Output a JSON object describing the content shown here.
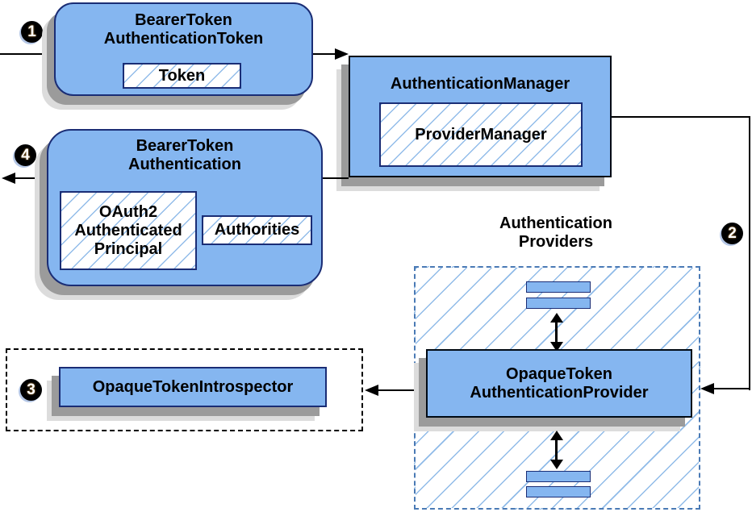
{
  "colors": {
    "node_fill": "#85b6f0",
    "node_border_navy": "#1a2d75",
    "node_border_dark": "#000a14",
    "hatch_line": "#8cb9e8",
    "dashed_container_border": "#4a7ab5",
    "arrow": "#000000",
    "shadow": "#9b9b9b"
  },
  "badges": {
    "one": "1",
    "two": "2",
    "three": "3",
    "four": "4"
  },
  "nodes": {
    "bearer_token_authentication_token": {
      "line1": "BearerToken",
      "line2": "AuthenticationToken"
    },
    "token": {
      "label": "Token"
    },
    "authentication_manager": {
      "title": "AuthenticationManager"
    },
    "provider_manager": {
      "label": "ProviderManager"
    },
    "authentication_providers": {
      "line1": "Authentication",
      "line2": "Providers"
    },
    "opaque_token_authentication_provider": {
      "line1": "OpaqueToken",
      "line2": "AuthenticationProvider"
    },
    "opaque_token_introspector": {
      "label": "OpaqueTokenIntrospector"
    },
    "bearer_token_authentication": {
      "line1": "BearerToken",
      "line2": "Authentication"
    },
    "oauth2_authenticated_principal": {
      "line1": "OAuth2",
      "line2": "Authenticated",
      "line3": "Principal"
    },
    "authorities": {
      "label": "Authorities"
    }
  }
}
